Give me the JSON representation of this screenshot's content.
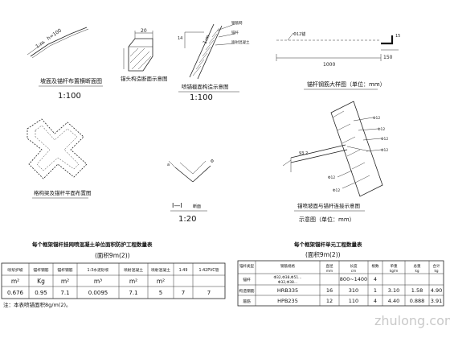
{
  "top_row": {
    "d1": {
      "slope_label": "1:m",
      "dim": "h=100",
      "caption": "坡面及锚杆布置横断面图",
      "scale": "1:100"
    },
    "d2": {
      "dim": "20",
      "caption": "锚头构造断面示意图"
    },
    "d3": {
      "labels": [
        "钢筋网",
        "锚杆",
        "喷射混凝土",
        "1:m"
      ],
      "side": "14",
      "caption": "喷锚截面构造示意图",
      "scale": "1:100"
    },
    "d4": {
      "bar_label": "Φ12锚",
      "dim_long": "1000",
      "dim_short": "150",
      "dim_hook": "15",
      "caption": "锚杆钢筋大样图（单位：mm）"
    }
  },
  "mid_row": {
    "d5": {
      "caption": "格构梁及锚杆平面布置图"
    },
    "d6": {
      "labels": [
        "a",
        "Φ"
      ],
      "section": "I—I",
      "section_note": "断面",
      "scale": "1:20"
    },
    "d7": {
      "labels": [
        "Φ12",
        "Φ12",
        "Φ12",
        "Φ12",
        "Φ12",
        "Φ12"
      ],
      "angle": "93.2",
      "caption": "锚喷坡面与锚杆连接示意图",
      "scale": "示意图（单位：mm）"
    }
  },
  "table_left": {
    "title": "每个框架锚杆挂网喷混凝土单位面积防护工程数量表",
    "subtitle": "(面积9m(2))",
    "headers": [
      "喷浆护坡",
      "锚杆钢筋",
      "锚杆钢筋",
      "1:3水泥砂浆",
      "喷射混凝土",
      "喷射混凝土",
      "1:49",
      "1:42PVC管"
    ],
    "units": [
      "m²",
      "Kg",
      "m²",
      "m³",
      "m²",
      "m²",
      "",
      ""
    ],
    "values": [
      "0.676",
      "0.95",
      "7.1",
      "0.0095",
      "7.1",
      "5",
      "7",
      "7"
    ],
    "note": "注：本表喷锚面积8g/m(2)。"
  },
  "table_right": {
    "title": "每个框架锚杆单元工程数量表",
    "subtitle": "(面积9m(2))",
    "headers": [
      "锚杆类型",
      "钢筋规格",
      "直径",
      "长度",
      "根数",
      "单重",
      "总重",
      "合计"
    ],
    "header_units": [
      "",
      "",
      "mm",
      "cm",
      "",
      "kg/m",
      "kg",
      "kg"
    ],
    "rows": [
      {
        "name": "锚杆",
        "spec": "Φ32,Φ38,Φ51...",
        "spec2": "Φ32,Φ38...",
        "len": "800~1400",
        "count": "4",
        "w1": "",
        "w2": "",
        "w3": ""
      },
      {
        "name": "构造钢筋",
        "spec": "HRB335",
        "spec2": "",
        "len": "310",
        "count": "1",
        "dia": "16",
        "w1": "3.10",
        "w2": "1.58",
        "w3": "4.90"
      },
      {
        "name": "箍筋",
        "spec": "HPB235",
        "spec2": "",
        "len": "110",
        "count": "4",
        "dia": "12",
        "w1": "4.40",
        "w2": "0.888",
        "w3": "3.91"
      }
    ]
  },
  "watermark": "zhulong.com"
}
